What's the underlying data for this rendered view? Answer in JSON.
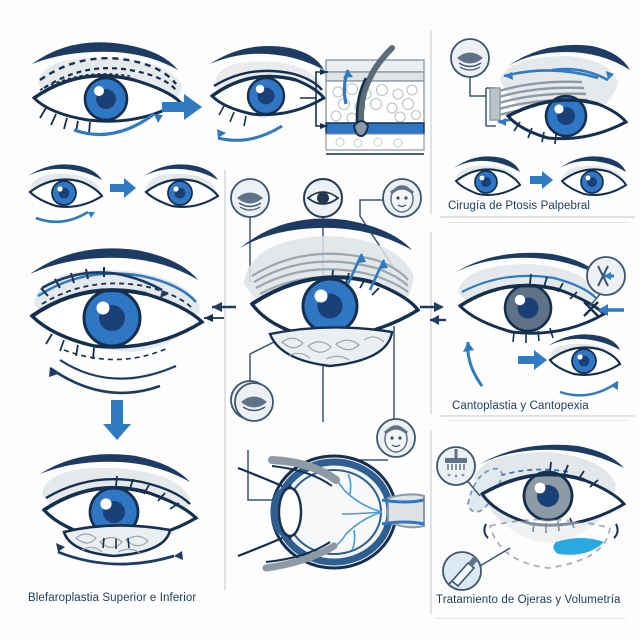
{
  "infographic": {
    "title_visible": false,
    "language": "es",
    "background_color": "#fdfdfd",
    "palette": {
      "brow_navy": "#1d3b63",
      "outline_navy": "#15304f",
      "iris_blue": "#2f76c4",
      "iris_deep": "#1b3f77",
      "arrow_blue": "#2f7ac0",
      "arrow_navy": "#1d3b63",
      "skin_gray": "#dfe3e6",
      "fat_gray": "#eceff1",
      "divider_gray": "#dfe3e6",
      "filler_cyan": "#2aa9e0",
      "text_navy": "#1f3a5f",
      "muscle_gray": "#8d9aa5",
      "white": "#ffffff"
    },
    "quadrants": [
      {
        "id": "blefaroplastia",
        "caption": "Blefaroplastia Superior e Inferior",
        "position": "left-column",
        "elements": [
          "upper-eyelid-marking-eye",
          "arrow-right",
          "post-op-eye",
          "skin-cross-section",
          "before-after-pair",
          "large-detail-eye",
          "arrow-down",
          "lower-eyelid-fatpad-eye"
        ]
      },
      {
        "id": "ptosis",
        "caption": "Cirugía de Ptosis Palpebral",
        "position": "top-right",
        "elements": [
          "levator-muscle-eye",
          "eyelid-icon-callout",
          "before-after-pair",
          "arrow-right"
        ]
      },
      {
        "id": "cantoplastia",
        "caption": "Cantoplastia y Cantopexia",
        "position": "middle-right",
        "elements": [
          "lateral-canthus-eye",
          "suture-icon-callout",
          "arrow-left",
          "arrow-curved-up",
          "result-eye",
          "arrow-right"
        ]
      },
      {
        "id": "ojeras",
        "caption": "Tratamiento de Ojeras y Volumetría",
        "position": "bottom-right",
        "elements": [
          "tear-trough-eye",
          "microneedling-icon-callout",
          "syringe-icon-callout",
          "filler-highlight",
          "dashed-treatment-zones"
        ]
      },
      {
        "id": "central-hub",
        "caption": "",
        "position": "center-column",
        "elements": [
          "central-anatomy-eye",
          "eye-icon-callout",
          "face-icon-callout",
          "eyelid-icon-callout-left",
          "eyelid-icon-callout-lower",
          "face-icon-callout-lower",
          "arrow-left",
          "arrow-right",
          "eyeball-cross-section"
        ]
      }
    ],
    "icons": [
      {
        "name": "eye-icon",
        "meaning": "open eye"
      },
      {
        "name": "eyelid-icon",
        "meaning": "closed eyelid with crease lines"
      },
      {
        "name": "face-icon",
        "meaning": "face with headband"
      },
      {
        "name": "suture-icon",
        "meaning": "lateral canthal suture"
      },
      {
        "name": "microneedling-icon",
        "meaning": "microneedling device"
      },
      {
        "name": "syringe-icon",
        "meaning": "filler syringe"
      }
    ],
    "dividers": [
      {
        "name": "vertical-divider-right",
        "orientation": "vertical"
      },
      {
        "name": "vertical-divider-center",
        "orientation": "vertical"
      },
      {
        "name": "horizontal-divider-top-right",
        "orientation": "horizontal"
      },
      {
        "name": "horizontal-divider-mid-right",
        "orientation": "horizontal"
      }
    ]
  }
}
